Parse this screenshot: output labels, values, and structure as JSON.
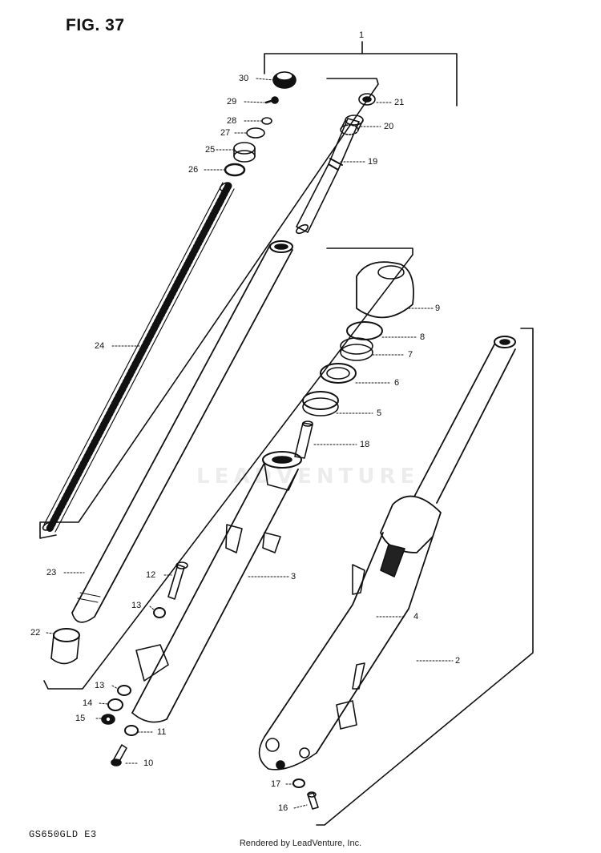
{
  "figure": {
    "title": "FIG. 37",
    "model": "GS650GLD E3"
  },
  "footer": {
    "rendered_by": "Rendered by LeadVenture, Inc."
  },
  "watermark": {
    "text": "LEADVENTURE"
  },
  "callouts": {
    "c1": "1",
    "c2": "2",
    "c3": "3",
    "c4": "4",
    "c6": "6",
    "c7": "7",
    "c8": "8",
    "c9": "9",
    "c10": "10",
    "c11": "11",
    "c12": "12",
    "c13a": "13",
    "c13b": "13",
    "c14": "14",
    "c15": "15",
    "c16": "16",
    "c17": "17",
    "c18": "18",
    "c19": "19",
    "c20": "20",
    "c21": "21",
    "c22": "22",
    "c23": "23",
    "c24": "24",
    "c25": "25",
    "c26": "26",
    "c27": "27",
    "c28": "28",
    "c29": "29",
    "c30": "30",
    "c5": "5"
  }
}
